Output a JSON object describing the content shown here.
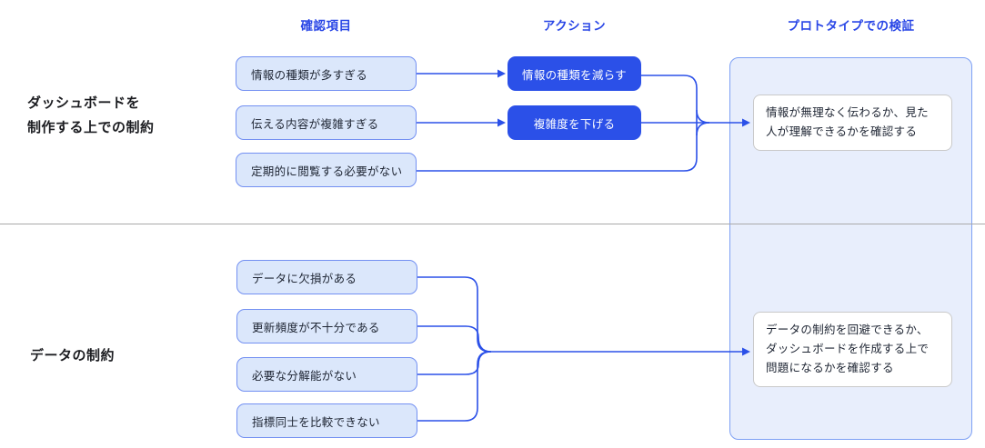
{
  "diagram": {
    "column_headers": {
      "check_items": "確認項目",
      "action": "アクション",
      "prototype_validation": "プロトタイプでの検証"
    },
    "sections": [
      {
        "label_lines": [
          "ダッシュボードを",
          "制作する上での制約"
        ],
        "check_items": [
          "情報の種類が多すぎる",
          "伝える内容が複雑すぎる",
          "定期的に閲覧する必要がない"
        ],
        "actions": [
          "情報の種類を減らす",
          "複雑度を下げる"
        ],
        "validation_note": "情報が無理なく伝わるか、見た人が理解できるかを確認する"
      },
      {
        "label_lines": [
          "データの制約"
        ],
        "check_items": [
          "データに欠損がある",
          "更新頻度が不十分である",
          "必要な分解能がない",
          "指標同士を比較できない"
        ],
        "actions": [],
        "validation_note": "データの制約を回避できるか、ダッシュボードを作成する上で問題になるかを確認する"
      }
    ],
    "colors": {
      "header_text": "#2946e6",
      "action_fill": "#2b50e8",
      "item_fill": "#dbe7fb",
      "item_border": "#7390f2",
      "panel_fill": "#e8eefc",
      "panel_border": "#7da0f4",
      "connector": "#2b50e8",
      "note_border": "#c9c9c9",
      "divider": "#a9a9a9",
      "text_dark": "#1e2533"
    }
  }
}
